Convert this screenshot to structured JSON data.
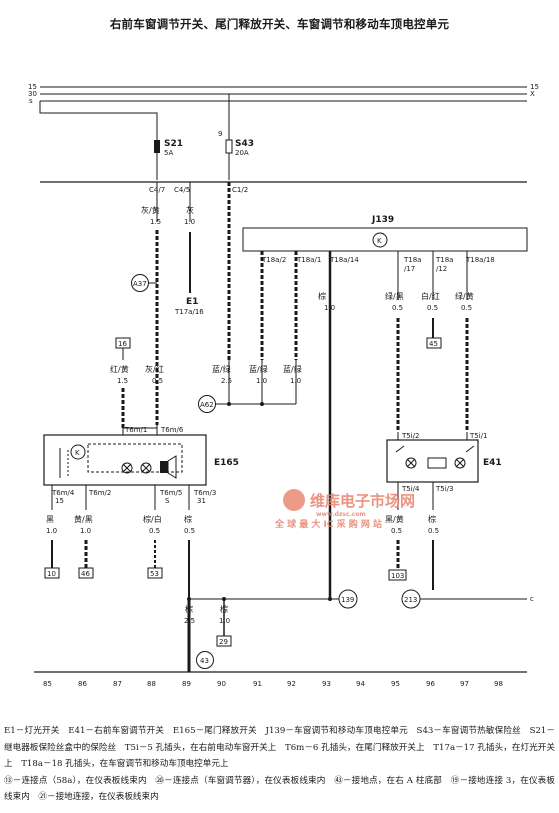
{
  "title": "右前车窗调节开关、尾门释放开关、车窗调节和移动车顶电控单元",
  "rails": {
    "r15": "15",
    "r30": "30",
    "rx": "X",
    "rs": "s",
    "r15_right": "15",
    "rx_right": "X"
  },
  "fuses": {
    "s21": {
      "id": "S21",
      "rating": "5A",
      "pin": ""
    },
    "s43": {
      "id": "S43",
      "rating": "20A",
      "pin": "9"
    }
  },
  "connectors_top": [
    "C4/7",
    "C4/5",
    "C1/2"
  ],
  "wires": {
    "w1": {
      "color": "灰/黄",
      "size": "1.5"
    },
    "w2": {
      "color": "灰",
      "size": "1.0"
    },
    "w3": {
      "color": "红/黄",
      "size": "1.5"
    },
    "w4": {
      "color": "灰/红",
      "size": "0.5"
    },
    "w5": {
      "color": "蓝/绿",
      "size": "2.5"
    },
    "w6": {
      "color": "蓝/绿",
      "size": "1.0"
    },
    "w7": {
      "color": "蓝/绿",
      "size": "1.0"
    },
    "w8": {
      "color": "棕",
      "size": "1.0"
    },
    "w9": {
      "color": "绿/黑",
      "size": "0.5"
    },
    "w10": {
      "color": "白/红",
      "size": "0.5"
    },
    "w11": {
      "color": "绿/黄",
      "size": "0.5"
    },
    "w12": {
      "color": "黑",
      "size": "1.0"
    },
    "w13": {
      "color": "黄/黑",
      "size": "1.0"
    },
    "w14": {
      "color": "棕/白",
      "size": "0.5"
    },
    "w15": {
      "color": "棕",
      "size": "0.5"
    },
    "w16": {
      "color": "黑/黄",
      "size": "0.5"
    },
    "w17": {
      "color": "棕",
      "size": "0.5"
    },
    "w18": {
      "color": "棕",
      "size": "2.5"
    },
    "w19": {
      "color": "棕",
      "size": "1.0"
    }
  },
  "components": {
    "j139": "J139",
    "e165": "E165",
    "e41": "E41",
    "e1": "E1",
    "e1_pin": "T17a/16",
    "k": "K"
  },
  "pins": {
    "j_t18a2": "T18a/2",
    "j_t18a1": "T18a/1",
    "j_t18a14": "T18a/14",
    "j_t18a17a": "T18a",
    "j_t18a17b": "/17",
    "j_t18a12a": "T18a",
    "j_t18a12b": "/12",
    "j_t18a18": "T18a/18",
    "t6m1": "T6m/1",
    "t6m6": "T6m/6",
    "t6m4": "T6m/4",
    "t6m4b": "15",
    "t6m2": "T6m/2",
    "t6m5": "T6m/5",
    "t6m5b": "S",
    "t6m3": "T6m/3",
    "t6m3b": "31",
    "t5i2": "T5i/2",
    "t5i1": "T5i/1",
    "t5i4": "T5i/4",
    "t5i3": "T5i/3"
  },
  "refs": {
    "r16": "16",
    "r45": "45",
    "r10": "10",
    "r46": "46",
    "r53": "53",
    "r103": "103",
    "r29": "29"
  },
  "nodes": {
    "a37": "A37",
    "a62": "A62",
    "n139": "139",
    "n213": "213",
    "n43": "43",
    "c_right": "c"
  },
  "watermark": {
    "line1": "维库电子市场网",
    "line2": "全 球 最 大 IC 采 购 网 站",
    "url": "www.dzsc.com"
  },
  "bottom_scale": [
    "85",
    "86",
    "87",
    "88",
    "89",
    "90",
    "91",
    "92",
    "93",
    "94",
    "95",
    "96",
    "97",
    "98"
  ],
  "legend": [
    "E1－灯光开关　E41－右前车窗调节开关　E165－尾门释放开关　J139－车窗调节和移动车顶电控单元　S43－车窗调节热敏保险丝　S21－继电器板保险丝盒中的保险丝　T5i－5 孔插头，在右前电动车窗开关上　T6m－6 孔插头，在尾门释放开关上　T17a－17 孔插头，在灯光开关上　T18a－18 孔插头，在车窗调节和移动车顶电控单元上",
    "⑬－连接点（58a），在仪表板线束内　⑳－连接点（车窗调节器），在仪表板线束内　㊸－接地点，在右 A 柱底部　⑲－接地连接 3，在仪表板线束内　㉑－接地连接，在仪表板线束内"
  ],
  "colors": {
    "ink": "#1a1a1a",
    "watermark": "#e8826a"
  }
}
